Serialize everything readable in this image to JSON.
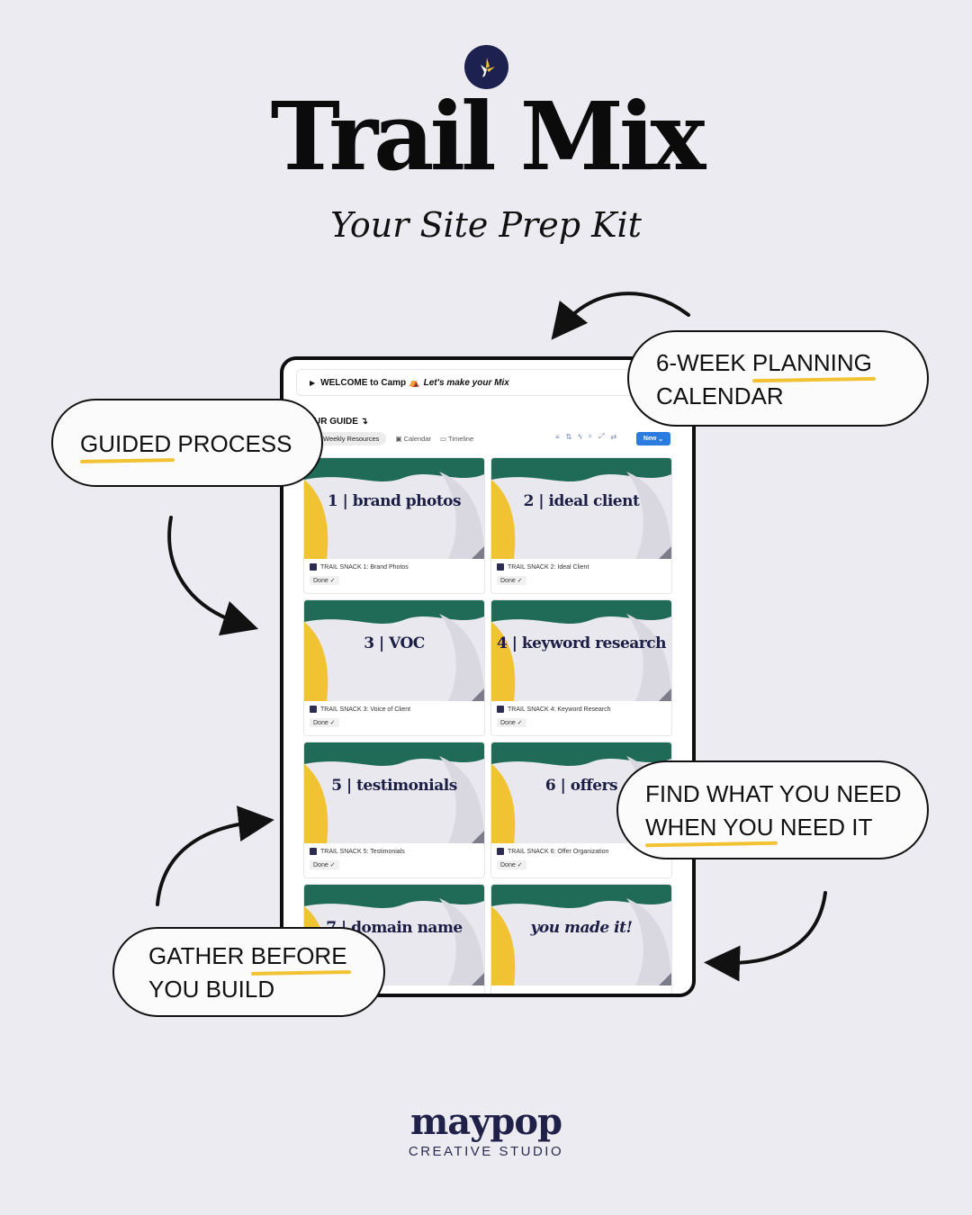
{
  "header": {
    "title": "Trail Mix",
    "subtitle": "Your Site Prep Kit"
  },
  "tablet": {
    "welcome": {
      "prefix": "WELCOME to Camp",
      "emoji": "⛺",
      "suffix": "Let's make your Mix"
    },
    "guide_heading": "UR GUIDE ↴",
    "views": [
      "Weekly Resources",
      "Calendar",
      "Timeline"
    ],
    "new_button": "New",
    "cards": [
      {
        "label": "1 | brand photos",
        "name": "TRAIL SNACK 1: Brand Photos",
        "status": "Done ✓"
      },
      {
        "label": "2 | ideal client",
        "name": "TRAIL SNACK 2: Ideal Client",
        "status": "Done ✓"
      },
      {
        "label": "3 | VOC",
        "name": "TRAIL SNACK 3: Voice of Client",
        "status": "Done ✓"
      },
      {
        "label": "4 | keyword research",
        "name": "TRAIL SNACK 4: Keyword Research",
        "status": "Done ✓"
      },
      {
        "label": "5 | testimonials",
        "name": "TRAIL SNACK 5: Testimonials",
        "status": "Done ✓"
      },
      {
        "label": "6 | offers",
        "name": "TRAIL SNACK 6: Offer Organization",
        "status": "Done ✓"
      },
      {
        "label": "7 | domain name",
        "name": "",
        "status": ""
      },
      {
        "label": "you made it!",
        "name": "",
        "status": ""
      }
    ]
  },
  "callouts": {
    "guided": {
      "pre": "",
      "highlight": "GUIDED",
      "post": " PROCESS"
    },
    "planning": {
      "line1_pre": "6-WEEK ",
      "line1_highlight": "PLANNING",
      "line2": "CALENDAR"
    },
    "find": {
      "line1": "FIND  WHAT YOU NEED",
      "line2_highlight": "WHEN YOU",
      "line2_post": " NEED IT"
    },
    "gather": {
      "line1_pre": "GATHER ",
      "line1_highlight": "BEFORE",
      "line2": "YOU BUILD"
    }
  },
  "footer": {
    "brand": "maypop",
    "tagline": "CREATIVE STUDIO"
  },
  "colors": {
    "background": "#ecebf1",
    "navy": "#1d2150",
    "yellow": "#f1c232",
    "green": "#1f6b57",
    "blue": "#2b7be0"
  }
}
